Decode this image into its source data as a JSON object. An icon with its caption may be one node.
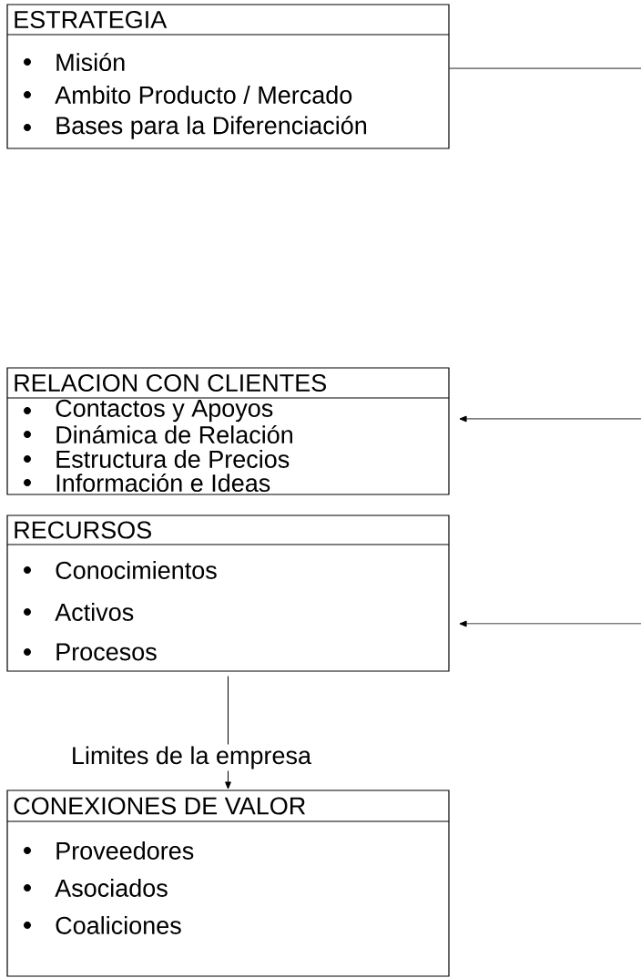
{
  "diagram": {
    "nodes": [
      {
        "text": [
          "ESTRATEGIA",
          "Misión",
          "Ambito Producto / Mercado",
          "Bases para la Diferenciación"
        ]
      },
      {
        "text": [
          "RELACION CON CLIENTES",
          "Contactos y Apoyos",
          "Dinámica de Relación",
          "Estructura de Precios",
          "Información e Ideas"
        ]
      },
      {
        "text": [
          "RECURSOS",
          "Conocimientos",
          "Activos",
          "Procesos"
        ]
      },
      {
        "text": [
          "CONEXIONES DE VALOR",
          "Proveedores",
          "Asociados",
          "Coaliciones"
        ]
      }
    ],
    "edges": [
      {
        "from": 0,
        "to": null,
        "arrow": "none"
      },
      {
        "from": null,
        "to": 1,
        "arrow": "to"
      },
      {
        "from": null,
        "to": 2,
        "arrow": "to"
      },
      {
        "from": 2,
        "to": 3,
        "arrow": "to",
        "label": "Limites de la empresa"
      }
    ]
  }
}
